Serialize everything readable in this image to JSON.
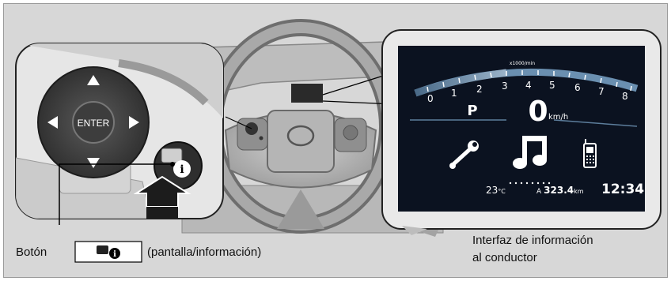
{
  "callouts": {
    "button_prefix": "Botón",
    "button_suffix": "(pantalla/información)",
    "interface_label_line1": "Interfaz de información",
    "interface_label_line2": "al conductor"
  },
  "steering_pad": {
    "center_label": "ENTER",
    "info_button_icon": "display-info-icon"
  },
  "cluster": {
    "tach_unit": "x1000/min",
    "tach_ticks": [
      "0",
      "1",
      "2",
      "3",
      "4",
      "5",
      "6",
      "7",
      "8"
    ],
    "gear": "P",
    "speed": "0",
    "speed_unit": "km/h",
    "temperature": "23",
    "temperature_unit": "°C",
    "trip_label": "A",
    "trip_value": "323.4",
    "trip_unit": "km",
    "clock": "12:34",
    "icons": [
      "wrench-icon",
      "music-note-icon",
      "phone-icon"
    ]
  },
  "colors": {
    "background": "#d7d7d7",
    "dashboard_screen": "#0b1220",
    "tach_accent": "#6a8fb0"
  }
}
